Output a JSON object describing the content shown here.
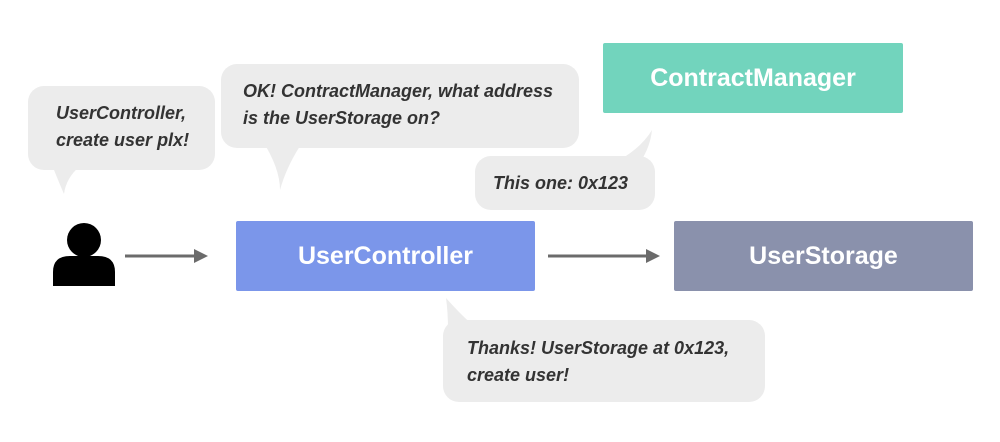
{
  "nodes": {
    "user_controller": {
      "label": "UserController",
      "color": "#7b96ea"
    },
    "user_storage": {
      "label": "UserStorage",
      "color": "#8a91ac"
    },
    "contract_manager": {
      "label": "ContractManager",
      "color": "#72d4bd"
    }
  },
  "bubbles": {
    "user": {
      "lines": [
        "UserController,",
        "create user plx!"
      ]
    },
    "controller_ask": {
      "lines": [
        "OK! ContractManager, what address",
        "is the UserStorage on?"
      ]
    },
    "manager_reply": {
      "lines": [
        "This one: 0x123"
      ]
    },
    "controller_thanks": {
      "lines": [
        "Thanks! UserStorage at 0x123,",
        "create user!"
      ]
    }
  },
  "colors": {
    "bubble": "#ececec",
    "arrow": "#6b6b6b",
    "user_icon": "#000000"
  },
  "icons": {
    "user": "user-silhouette-icon"
  }
}
